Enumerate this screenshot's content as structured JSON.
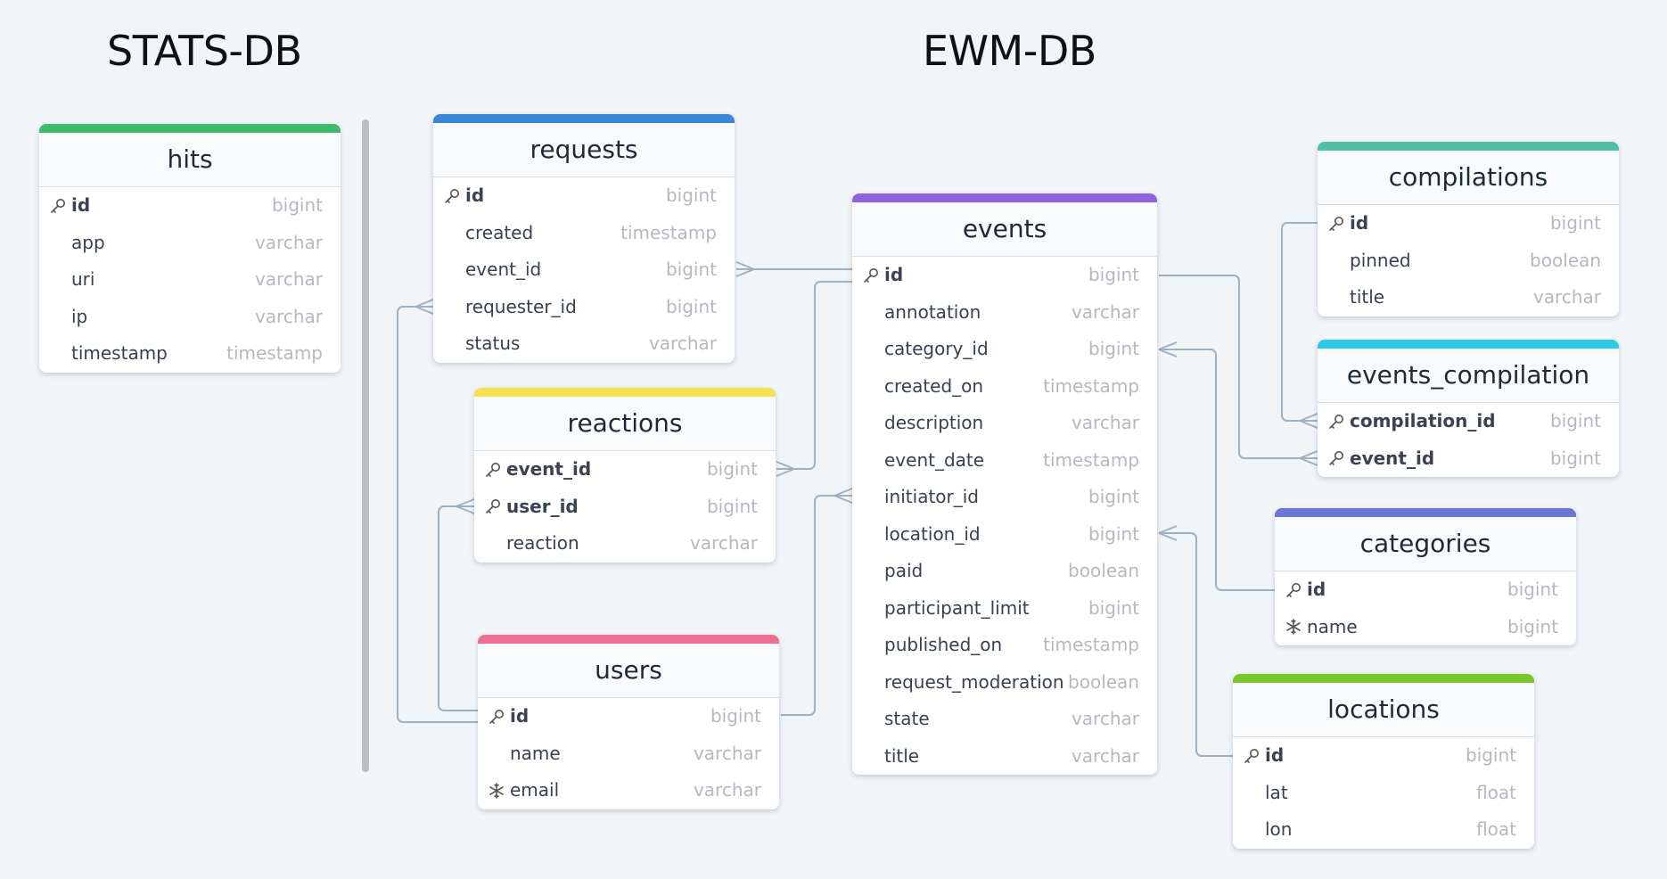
{
  "headings": {
    "stats": "STATS-DB",
    "ewm": "EWM-DB"
  },
  "tables": {
    "hits": {
      "name": "hits",
      "color": "#3dbb6a",
      "fields": [
        {
          "name": "id",
          "type": "bigint",
          "pk": true
        },
        {
          "name": "app",
          "type": "varchar"
        },
        {
          "name": "uri",
          "type": "varchar"
        },
        {
          "name": "ip",
          "type": "varchar"
        },
        {
          "name": "timestamp",
          "type": "timestamp"
        }
      ]
    },
    "requests": {
      "name": "requests",
      "color": "#3b86d9",
      "fields": [
        {
          "name": "id",
          "type": "bigint",
          "pk": true
        },
        {
          "name": "created",
          "type": "timestamp"
        },
        {
          "name": "event_id",
          "type": "bigint"
        },
        {
          "name": "requester_id",
          "type": "bigint"
        },
        {
          "name": "status",
          "type": "varchar"
        }
      ]
    },
    "reactions": {
      "name": "reactions",
      "color": "#f7e04f",
      "fields": [
        {
          "name": "event_id",
          "type": "bigint",
          "pk": true
        },
        {
          "name": "user_id",
          "type": "bigint",
          "pk": true
        },
        {
          "name": "reaction",
          "type": "varchar"
        }
      ]
    },
    "users": {
      "name": "users",
      "color": "#ee6f93",
      "fields": [
        {
          "name": "id",
          "type": "bigint",
          "pk": true
        },
        {
          "name": "name",
          "type": "varchar"
        },
        {
          "name": "email",
          "type": "varchar",
          "unique": true
        }
      ]
    },
    "events": {
      "name": "events",
      "color": "#8f63e0",
      "fields": [
        {
          "name": "id",
          "type": "bigint",
          "pk": true
        },
        {
          "name": "annotation",
          "type": "varchar"
        },
        {
          "name": "category_id",
          "type": "bigint"
        },
        {
          "name": "created_on",
          "type": "timestamp"
        },
        {
          "name": "description",
          "type": "varchar"
        },
        {
          "name": "event_date",
          "type": "timestamp"
        },
        {
          "name": "initiator_id",
          "type": "bigint"
        },
        {
          "name": "location_id",
          "type": "bigint"
        },
        {
          "name": "paid",
          "type": "boolean"
        },
        {
          "name": "participant_limit",
          "type": "bigint"
        },
        {
          "name": "published_on",
          "type": "timestamp"
        },
        {
          "name": "request_moderation",
          "type": "boolean"
        },
        {
          "name": "state",
          "type": "varchar"
        },
        {
          "name": "title",
          "type": "varchar"
        }
      ]
    },
    "compilations": {
      "name": "compilations",
      "color": "#4fbfa8",
      "fields": [
        {
          "name": "id",
          "type": "bigint",
          "pk": true
        },
        {
          "name": "pinned",
          "type": "boolean"
        },
        {
          "name": "title",
          "type": "varchar"
        }
      ]
    },
    "events_compilation": {
      "name": "events_compilation",
      "color": "#2cc9e8",
      "fields": [
        {
          "name": "compilation_id",
          "type": "bigint",
          "pk": true
        },
        {
          "name": "event_id",
          "type": "bigint",
          "pk": true
        }
      ]
    },
    "categories": {
      "name": "categories",
      "color": "#6a78d1",
      "fields": [
        {
          "name": "id",
          "type": "bigint",
          "pk": true
        },
        {
          "name": "name",
          "type": "bigint",
          "unique": true
        }
      ]
    },
    "locations": {
      "name": "locations",
      "color": "#79c62e",
      "fields": [
        {
          "name": "id",
          "type": "bigint",
          "pk": true
        },
        {
          "name": "lat",
          "type": "float"
        },
        {
          "name": "lon",
          "type": "float"
        }
      ]
    }
  }
}
